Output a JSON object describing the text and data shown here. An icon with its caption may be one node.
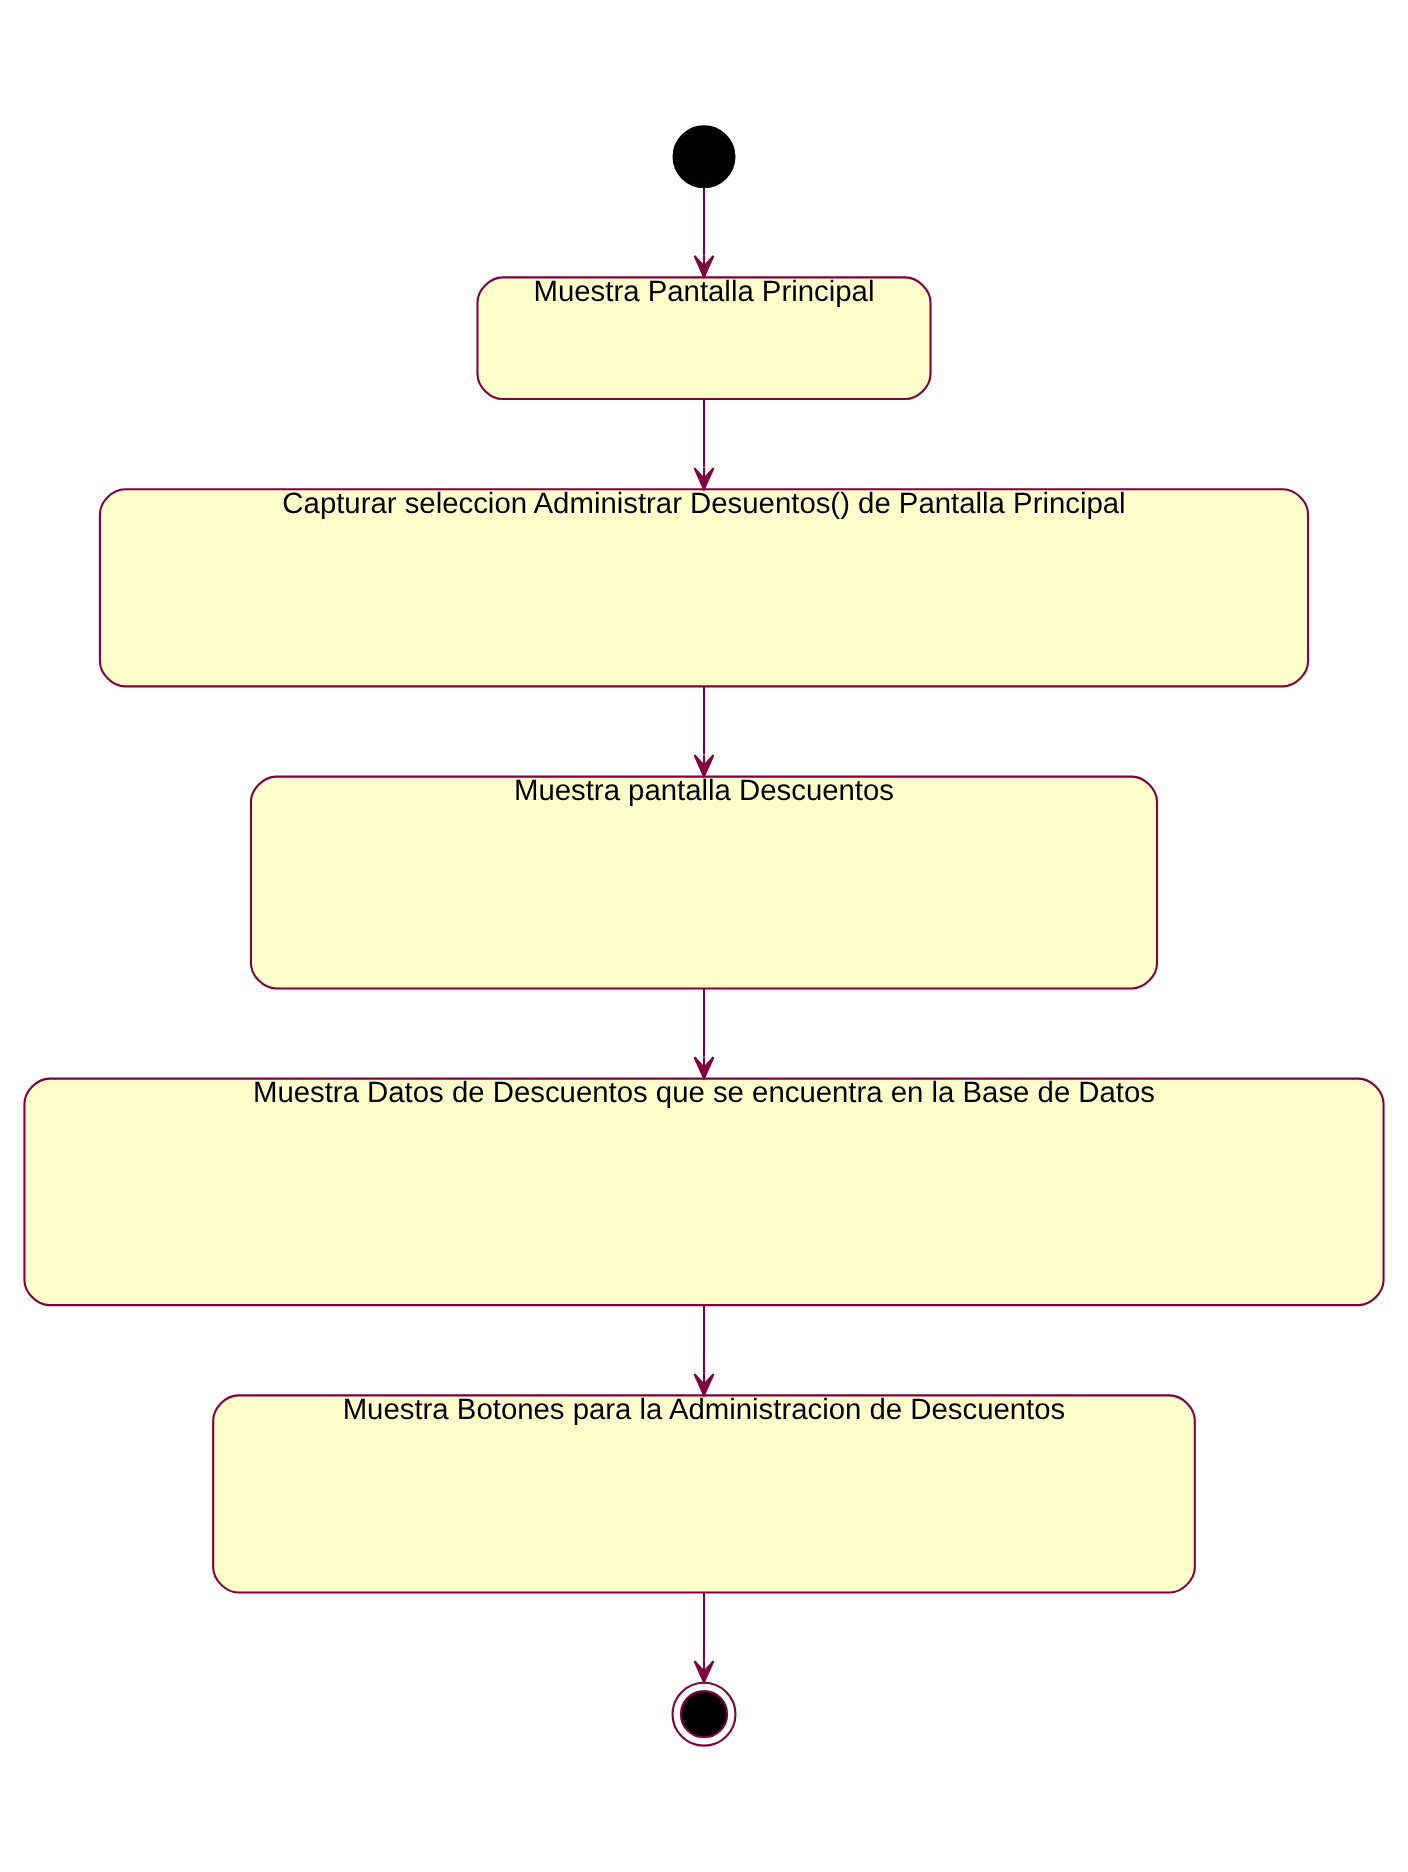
{
  "diagram": {
    "nodes": [
      {
        "text": [],
        "shape": "circle"
      },
      {
        "text": [
          "Muestra Pantalla Principal"
        ]
      },
      {
        "text": [
          "Capturar seleccion Administrar Desuentos() de Pantalla Principal"
        ]
      },
      {
        "text": [
          "Muestra pantalla Descuentos"
        ]
      },
      {
        "text": [
          "Muestra Datos de Descuentos que se encuentra en la Base de Datos"
        ]
      },
      {
        "text": [
          "Muestra Botones para la Administracion de Descuentos"
        ]
      },
      {
        "text": [],
        "shape": "bullseye"
      }
    ],
    "edges": [
      {
        "from": 0,
        "to": 1,
        "arrow": "to"
      },
      {
        "from": 1,
        "to": 2,
        "arrow": "to"
      },
      {
        "from": 2,
        "to": 3,
        "arrow": "to"
      },
      {
        "from": 3,
        "to": 4,
        "arrow": "to"
      },
      {
        "from": 4,
        "to": 5,
        "arrow": "to"
      },
      {
        "from": 5,
        "to": 6,
        "arrow": "to"
      }
    ]
  }
}
